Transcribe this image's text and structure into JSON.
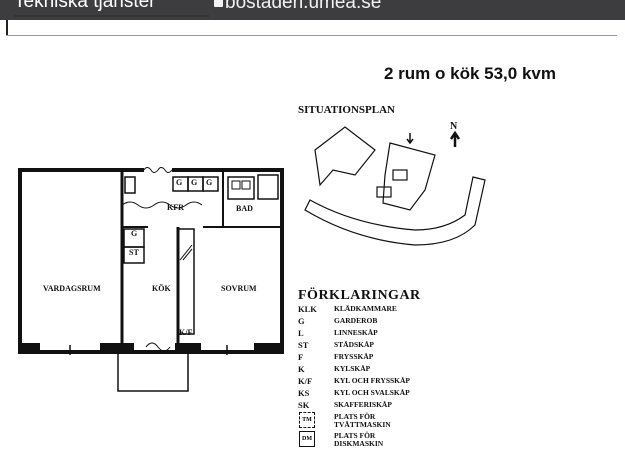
{
  "browser": {
    "url": "bostaden.umea.se"
  },
  "page": {
    "cut_title": "Tekniska tjänster"
  },
  "apartment": {
    "title": "2 rum o kök   53,0 kvm"
  },
  "floorplan": {
    "rooms": {
      "living": "VARDAGSRUM",
      "kitchen": "KÖK",
      "bedroom": "SOVRUM",
      "hall": "KFR",
      "bath": "BAD"
    },
    "fixtures": {
      "g": "G",
      "st": "ST",
      "kf": "K/F"
    }
  },
  "site_plan": {
    "title": "SITUATIONSPLAN",
    "north": "N"
  },
  "legend": {
    "title": "FÖRKLARINGAR",
    "items": [
      {
        "code": "KLK",
        "desc": "KLÄDKAMMARE"
      },
      {
        "code": "G",
        "desc": "GARDEROB"
      },
      {
        "code": "L",
        "desc": "LINNESKÅP"
      },
      {
        "code": "ST",
        "desc": "STÄDSKÅP"
      },
      {
        "code": "F",
        "desc": "FRYSSKÅP"
      },
      {
        "code": "K",
        "desc": "KYLSKÅP"
      },
      {
        "code": "K/F",
        "desc": "KYL OCH FRYSSKÅP"
      },
      {
        "code": "KS",
        "desc": "KYL OCH SVALSKÅP"
      },
      {
        "code": "SK",
        "desc": "SKAFFERISKÅP"
      }
    ],
    "tm": {
      "icon": "TM",
      "line1": "PLATS FÖR",
      "line2": "TVÄTTMASKIN"
    },
    "dm": {
      "icon": "DM",
      "line1": "PLATS FÖR",
      "line2": "DISKMASKIN"
    }
  }
}
